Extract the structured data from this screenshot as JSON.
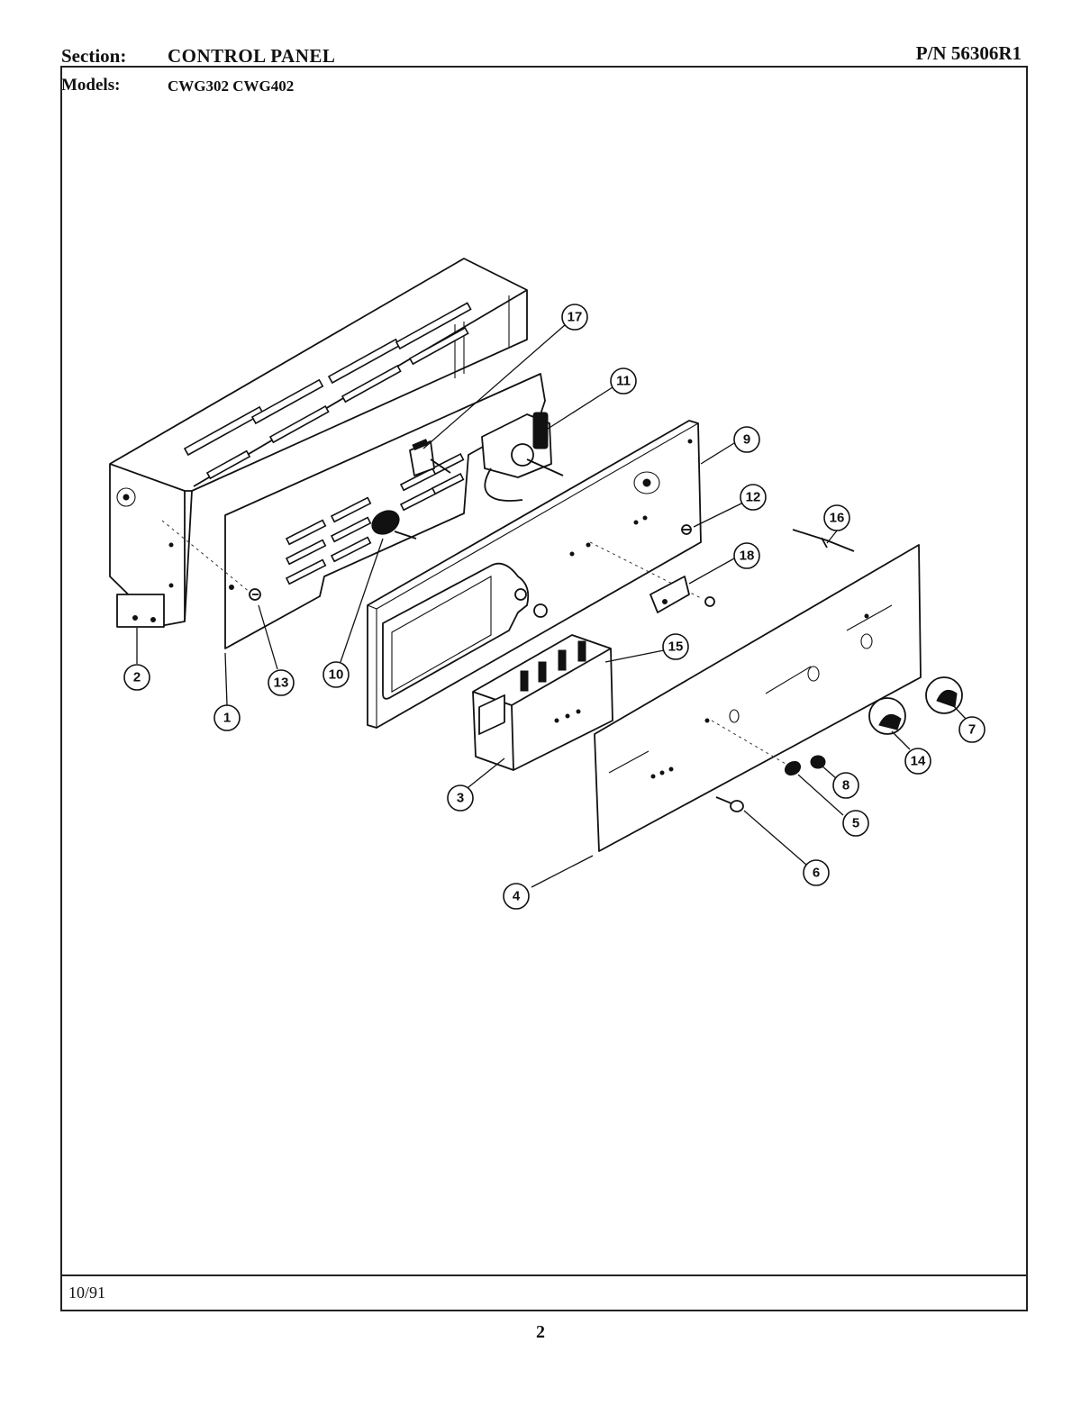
{
  "header": {
    "section_label": "Section:",
    "section_value": "CONTROL PANEL",
    "part_number": "P/N 56306R1",
    "models_label": "Models:",
    "models_value": "CWG302  CWG402"
  },
  "footer": {
    "date": "10/91",
    "page_number": "2"
  },
  "callouts": [
    "1",
    "2",
    "3",
    "4",
    "5",
    "6",
    "7",
    "8",
    "9",
    "10",
    "11",
    "12",
    "13",
    "14",
    "15",
    "16",
    "17",
    "18"
  ]
}
